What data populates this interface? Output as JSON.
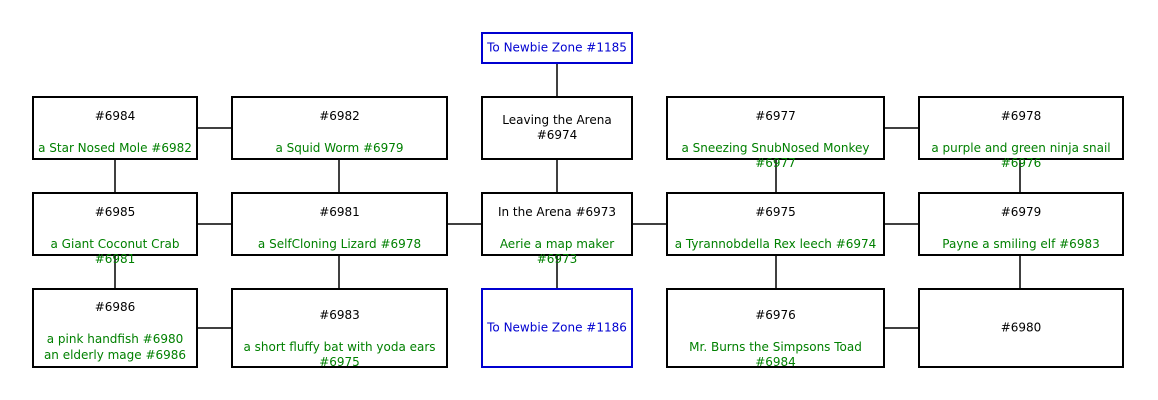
{
  "colors": {
    "border": "#000000",
    "exit": "#0000d0",
    "occupant": "#008000",
    "text": "#000000"
  },
  "rooms": {
    "newbie_top": {
      "label": "To Newbie Zone #1185"
    },
    "r6984": {
      "id": "#6984",
      "occupants": [
        "a Star Nosed Mole #6982"
      ]
    },
    "r6982": {
      "id": "#6982",
      "occupants": [
        "a Squid Worm #6979"
      ]
    },
    "leaving": {
      "label": "Leaving the Arena #6974"
    },
    "r6977": {
      "id": "#6977",
      "occupants": [
        "a Sneezing SnubNosed Monkey #6977"
      ]
    },
    "r6978": {
      "id": "#6978",
      "occupants": [
        "a purple and green ninja snail #6976"
      ]
    },
    "r6985": {
      "id": "#6985",
      "occupants": [
        "a Giant Coconut Crab #6981"
      ]
    },
    "r6981": {
      "id": "#6981",
      "occupants": [
        "a SelfCloning Lizard #6978"
      ]
    },
    "arena": {
      "id": "In the Arena #6973",
      "occupants": [
        "Aerie a map maker #6973"
      ]
    },
    "r6975": {
      "id": "#6975",
      "occupants": [
        "a Tyrannobdella Rex leech #6974"
      ]
    },
    "r6979": {
      "id": "#6979",
      "occupants": [
        "Payne a smiling elf #6983"
      ]
    },
    "r6986": {
      "id": "#6986",
      "occupants": [
        "a pink handfish #6980",
        "an elderly mage #6986"
      ]
    },
    "r6983": {
      "id": "#6983",
      "occupants": [
        "a short fluffy bat with yoda ears #6975"
      ]
    },
    "newbie_bottom": {
      "label": "To Newbie Zone #1186"
    },
    "r6976": {
      "id": "#6976",
      "occupants": [
        "Mr. Burns the Simpsons Toad #6984"
      ]
    },
    "r6980": {
      "label": "#6980"
    }
  }
}
